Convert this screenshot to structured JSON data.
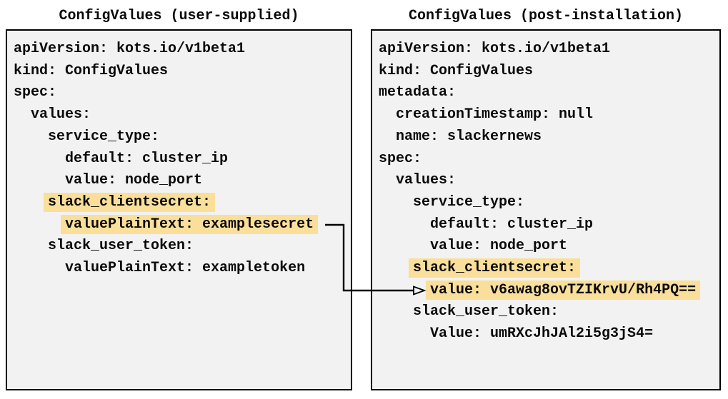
{
  "left_panel": {
    "title": "ConfigValues (user-supplied)",
    "lines": [
      {
        "indent": "",
        "text": "apiVersion: kots.io/v1beta1",
        "highlight": false
      },
      {
        "indent": "",
        "text": "kind: ConfigValues",
        "highlight": false
      },
      {
        "indent": "",
        "text": "spec:",
        "highlight": false
      },
      {
        "indent": "  ",
        "text": "values:",
        "highlight": false
      },
      {
        "indent": "    ",
        "text": "service_type:",
        "highlight": false
      },
      {
        "indent": "      ",
        "text": "default: cluster_ip",
        "highlight": false
      },
      {
        "indent": "      ",
        "text": "value: node_port",
        "highlight": false
      },
      {
        "indent": "    ",
        "text": "slack_clientsecret:",
        "highlight": true
      },
      {
        "indent": "      ",
        "text": "valuePlainText: examplesecret",
        "highlight": true
      },
      {
        "indent": "    ",
        "text": "slack_user_token:",
        "highlight": false
      },
      {
        "indent": "      ",
        "text": "valuePlainText: exampletoken",
        "highlight": false
      }
    ]
  },
  "right_panel": {
    "title": "ConfigValues (post-installation)",
    "lines": [
      {
        "indent": "",
        "text": "apiVersion: kots.io/v1beta1",
        "highlight": false
      },
      {
        "indent": "",
        "text": "kind: ConfigValues",
        "highlight": false
      },
      {
        "indent": "",
        "text": "metadata:",
        "highlight": false
      },
      {
        "indent": "  ",
        "text": "creationTimestamp: null",
        "highlight": false
      },
      {
        "indent": "  ",
        "text": "name: slackernews",
        "highlight": false
      },
      {
        "indent": "",
        "text": "spec:",
        "highlight": false
      },
      {
        "indent": "  ",
        "text": "values:",
        "highlight": false
      },
      {
        "indent": "    ",
        "text": "service_type:",
        "highlight": false
      },
      {
        "indent": "      ",
        "text": "default: cluster_ip",
        "highlight": false
      },
      {
        "indent": "      ",
        "text": "value: node_port",
        "highlight": false
      },
      {
        "indent": "    ",
        "text": "slack_clientsecret:",
        "highlight": true
      },
      {
        "indent": "      ",
        "text": "value: v6awag8ovTZIKrvU/Rh4PQ==",
        "highlight": true
      },
      {
        "indent": "    ",
        "text": "slack_user_token:",
        "highlight": false
      },
      {
        "indent": "      ",
        "text": "Value: umRXcJhJAl2i5g3jS4=",
        "highlight": false
      }
    ]
  },
  "arrow": {
    "from": "valuePlainText: examplesecret",
    "to": "value: v6awag8ovTZIKrvU/Rh4PQ=="
  },
  "colors": {
    "highlight": "#fadf9a",
    "panel_bg": "#f2f2f2",
    "border": "#000000",
    "arrow": "#000000"
  }
}
